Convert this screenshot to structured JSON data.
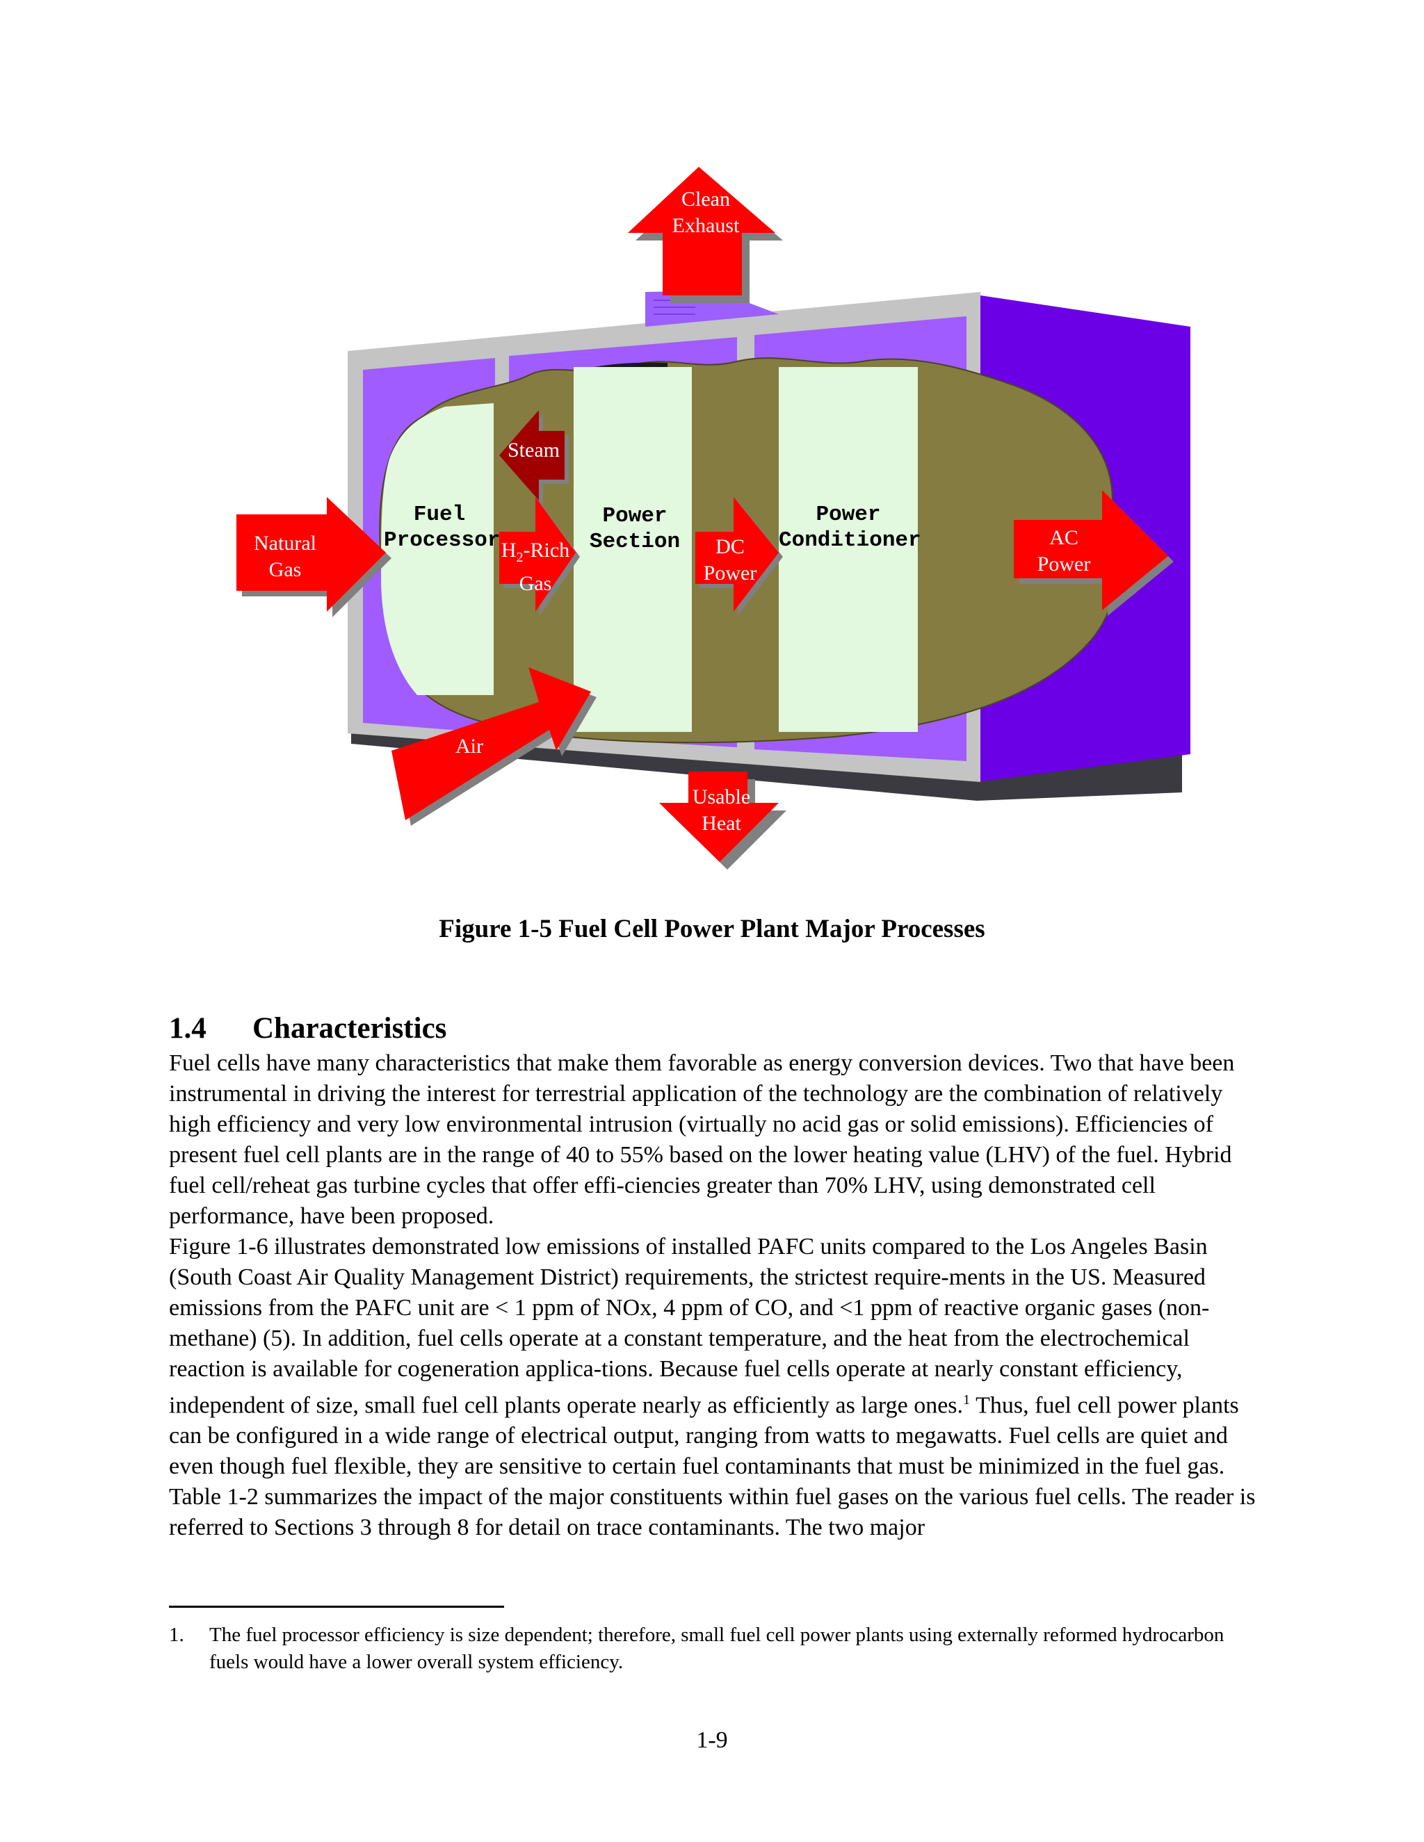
{
  "figure": {
    "labels": {
      "clean_exhaust": "Clean\nExhaust",
      "steam": "Steam",
      "natural_gas": "Natural\nGas",
      "h2_rich_line1": "H",
      "h2_rich_sub": "2",
      "h2_rich_line1_rest": "-Rich",
      "h2_rich_line2": "Gas",
      "dc_power": "DC\nPower",
      "ac_power": "AC\nPower",
      "air": "Air",
      "usable_heat": "Usable\nHeat",
      "fuel_processor": "Fuel\nProcessor",
      "power_section": "Power\nSection",
      "power_conditioner": "Power\nConditioner"
    },
    "colors": {
      "arrow": "#ff0000",
      "steam_arrow": "#a00000",
      "housing": "#9b59ff",
      "housing_side": "#6b00e6",
      "cutaway": "#8b7d3f",
      "module": "#e2f8df",
      "frame": "#bdbdbd"
    }
  },
  "caption": "Figure 1-5  Fuel Cell Power Plant Major Processes",
  "section": {
    "number": "1.4",
    "title": "Characteristics"
  },
  "body": {
    "p1": "Fuel cells have many characteristics that make them favorable as energy conversion devices.  Two that have been instrumental in driving the interest for terrestrial application of the technology are the combination of relatively high efficiency and very low environmental intrusion (virtually no acid gas or solid emissions).  Efficiencies of present fuel cell plants are in the range of 40 to 55% based on the lower heating value (LHV) of the fuel.  Hybrid fuel cell/reheat gas turbine cycles that offer effi-ciencies greater than 70% LHV, using demonstrated cell performance, have been proposed.",
    "p2_a": "Figure 1-6 illustrates demonstrated low emissions of installed PAFC units compared to the Los Angeles Basin (South Coast Air Quality Management District) requirements, the strictest require-ments in the US.  Measured emissions from the PAFC unit are < 1 ppm of NOx, 4 ppm of CO, and <1 ppm of reactive organic gases (non-methane) (5).  In addition, fuel cells operate at a constant temperature, and the heat from the electrochemical reaction is available for cogeneration applica-tions.  Because fuel cells operate at nearly constant efficiency, independent of size, small fuel cell plants operate nearly as efficiently as large ones.",
    "p2_sup": "1",
    "p2_b": "  Thus, fuel cell power plants can be configured in a wide range of electrical output, ranging from watts to megawatts.  Fuel cells are quiet and even though fuel flexible, they are sensitive to certain fuel contaminants that must be minimized in the fuel gas.  Table 1-2 summarizes the impact of the major constituents within fuel gases on the various fuel cells.  The reader is referred to Sections 3 through 8 for detail on trace contaminants.  The two major"
  },
  "footnote": {
    "number": "1.",
    "text": "The fuel processor efficiency is size dependent; therefore, small fuel cell power plants using externally reformed hydrocarbon fuels would have a lower overall system efficiency."
  },
  "page_number": "1-9"
}
